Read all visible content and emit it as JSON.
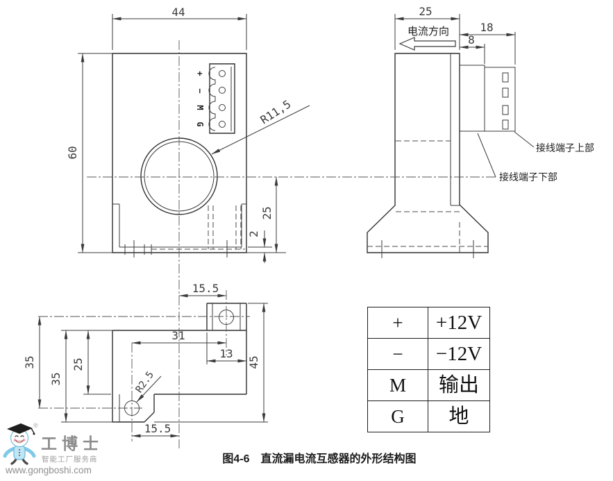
{
  "figure": {
    "caption": "图4-6　直流漏电流互感器的外形结构图"
  },
  "colors": {
    "line": "#3a3a3a",
    "logo_blue": "#7ec8e8",
    "logo_gray": "#8e8e8e"
  },
  "front_view": {
    "dim_width": "44",
    "dim_height": "60",
    "dim_hole_center": "25",
    "dim_plate": "2",
    "dim_radius": "R11,5",
    "terminals": {
      "t1": "+",
      "t2": "−",
      "t3": "M",
      "t4": "G"
    }
  },
  "side_view": {
    "dim_depth": "25",
    "dim_conn_outer": "18",
    "dim_conn_inner": "8",
    "label_current": "电流方向",
    "label_terminal_upper": "接线端子上部",
    "label_terminal_lower": "接线端子下部"
  },
  "bottom_view": {
    "dim_offset_top": "15.5",
    "dim_span": "31",
    "dim_tab": "13",
    "dim_total": "45",
    "dim_hole_spacing": "35",
    "dim_body": "35",
    "dim_depth": "25",
    "dim_offset_bottom": "15.5",
    "dim_radius": "R2.5"
  },
  "pin_table": {
    "rows": [
      {
        "pin": "+",
        "desc": "+12V"
      },
      {
        "pin": "−",
        "desc": "−12V"
      },
      {
        "pin": "M",
        "desc": "输出"
      },
      {
        "pin": "G",
        "desc": "地"
      }
    ]
  },
  "logo": {
    "brand": "工博士",
    "registered": "®",
    "slogan": "智能工厂服务商",
    "url": "www.gongboshi.com"
  }
}
